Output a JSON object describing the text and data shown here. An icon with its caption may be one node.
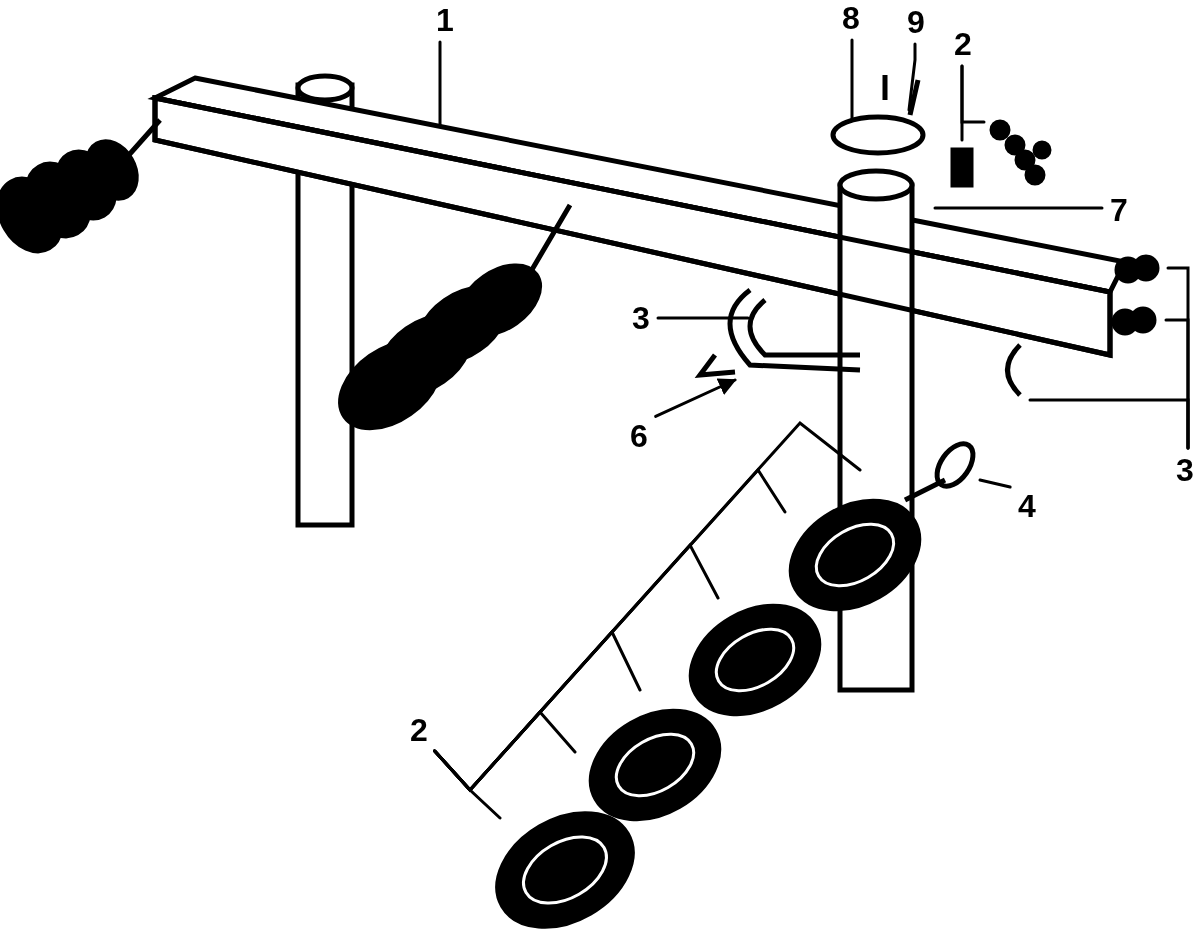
{
  "diagram": {
    "nodes": [
      {
        "text": [
          "1"
        ]
      },
      {
        "text": [
          "8"
        ]
      },
      {
        "text": [
          "9"
        ]
      },
      {
        "text": [
          "2"
        ]
      },
      {
        "text": [
          "7"
        ]
      },
      {
        "text": [
          "3"
        ]
      },
      {
        "text": [
          "6"
        ]
      },
      {
        "text": [
          "4"
        ]
      },
      {
        "text": [
          "3"
        ]
      },
      {
        "text": [
          "2"
        ]
      }
    ],
    "edges": [
      {
        "from": 0,
        "to": null,
        "arrow": "none"
      },
      {
        "from": 1,
        "to": null,
        "arrow": "none"
      },
      {
        "from": 2,
        "to": null,
        "arrow": "none"
      },
      {
        "from": 3,
        "to": null,
        "arrow": "none"
      },
      {
        "from": 3,
        "to": null,
        "arrow": "none"
      },
      {
        "from": 4,
        "to": null,
        "arrow": "none"
      },
      {
        "from": 5,
        "to": null,
        "arrow": "none"
      },
      {
        "from": 6,
        "to": null,
        "arrow": "to"
      },
      {
        "from": 7,
        "to": null,
        "arrow": "none"
      },
      {
        "from": 8,
        "to": null,
        "arrow": "none"
      },
      {
        "from": 8,
        "to": null,
        "arrow": "none"
      },
      {
        "from": 8,
        "to": null,
        "arrow": "none"
      },
      {
        "from": 9,
        "to": null,
        "arrow": "none"
      },
      {
        "from": 9,
        "to": null,
        "arrow": "none"
      },
      {
        "from": 9,
        "to": null,
        "arrow": "none"
      },
      {
        "from": 9,
        "to": null,
        "arrow": "none"
      },
      {
        "from": 9,
        "to": null,
        "arrow": "none"
      },
      {
        "from": 9,
        "to": null,
        "arrow": "none"
      }
    ]
  }
}
